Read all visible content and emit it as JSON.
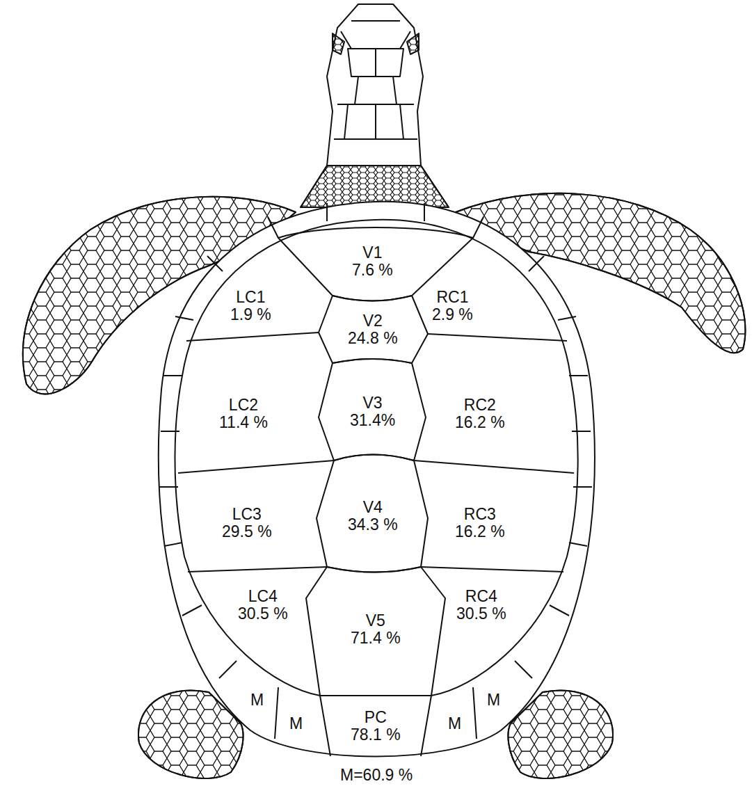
{
  "diagram": {
    "nodes": [
      {
        "text": [
          "V1",
          "7.6 %"
        ]
      },
      {
        "text": [
          "LC1",
          "1.9 %"
        ]
      },
      {
        "text": [
          "RC1",
          "2.9 %"
        ]
      },
      {
        "text": [
          "V2",
          "24.8 %"
        ]
      },
      {
        "text": [
          "LC2",
          "11.4 %"
        ]
      },
      {
        "text": [
          "V3",
          "31.4%"
        ]
      },
      {
        "text": [
          "RC2",
          "16.2 %"
        ]
      },
      {
        "text": [
          "LC3",
          "29.5 %"
        ]
      },
      {
        "text": [
          "V4",
          "34.3 %"
        ]
      },
      {
        "text": [
          "RC3",
          "16.2 %"
        ]
      },
      {
        "text": [
          "LC4",
          "30.5 %"
        ]
      },
      {
        "text": [
          "V5",
          "71.4 %"
        ]
      },
      {
        "text": [
          "RC4",
          "30.5 %"
        ]
      },
      {
        "text": [
          "M"
        ]
      },
      {
        "text": [
          "M"
        ]
      },
      {
        "text": [
          "PC",
          "78.1 %"
        ]
      },
      {
        "text": [
          "M"
        ]
      },
      {
        "text": [
          "M"
        ]
      }
    ],
    "labels": [
      "M=60.9 %"
    ]
  }
}
